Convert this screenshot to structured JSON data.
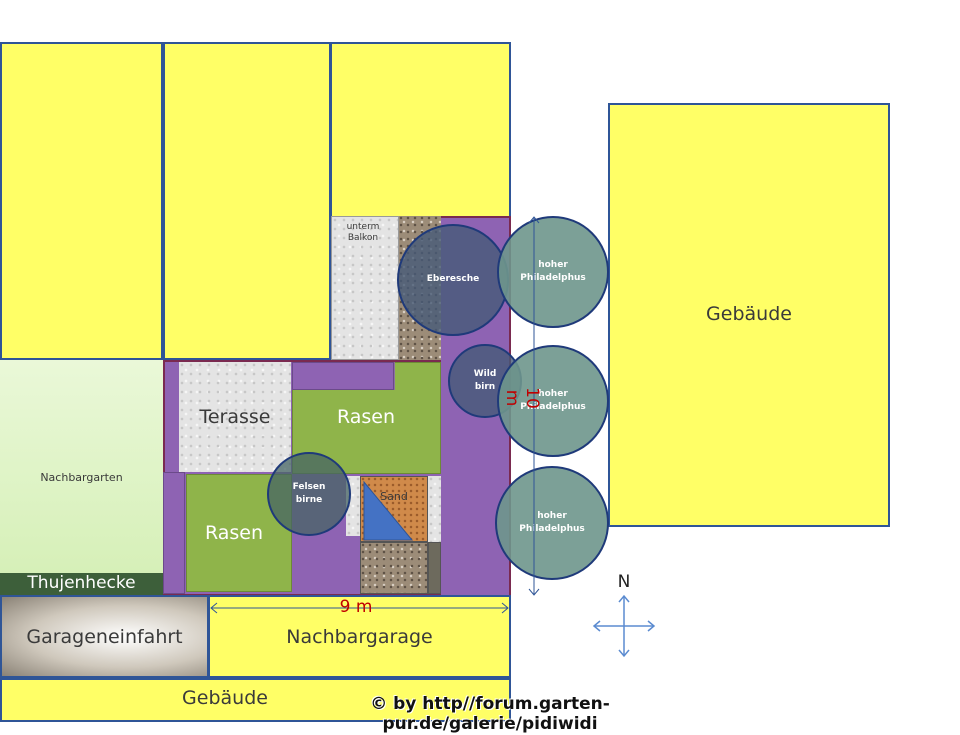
{
  "labels": {
    "gebaeude_right": "Gebäude",
    "gebaeude_bottom": "Gebäude",
    "nachbargarten": "Nachbargarten",
    "thujenhecke": "Thujenhecke",
    "garageneinfahrt": "Garageneinfahrt",
    "nachbargarage": "Nachbargarage",
    "unterm_balkon": "unterm Balkon",
    "terasse": "Terasse",
    "rasen_top": "Rasen",
    "rasen_bottom": "Rasen",
    "sand": "Sand",
    "dim_width": "9 m",
    "dim_height": "10 m",
    "north": "N",
    "credit": "© by http//forum.garten-pur.de/galerie/pidiwidi"
  },
  "trees": {
    "eberesche": "Eberesche",
    "wildbirne": "Wild birn",
    "felsenbirne": "Felsen birne",
    "philadelphus_1": "hoher Philadelphus",
    "philadelphus_2": "hoher Philadelphus",
    "philadelphus_3": "hoher Philadelphus"
  },
  "colors": {
    "building": "#ffff66",
    "outline": "#2f5597",
    "path": "#8e63b3",
    "lawn": "#8fb44a",
    "dimension": "#c00000",
    "hedge": "#3d5f3a"
  }
}
